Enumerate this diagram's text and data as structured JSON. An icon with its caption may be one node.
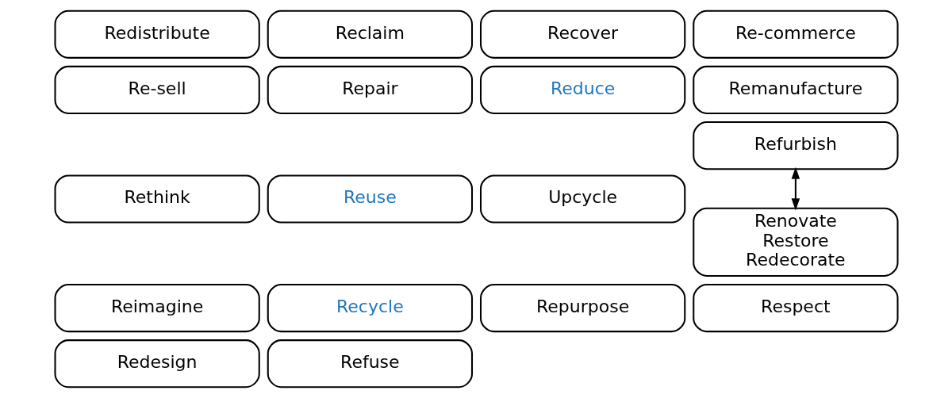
{
  "diagram": {
    "nodes": [
      {
        "text": [
          "Redistribute"
        ]
      },
      {
        "text": [
          "Reclaim"
        ]
      },
      {
        "text": [
          "Recover"
        ]
      },
      {
        "text": [
          "Re-commerce"
        ]
      },
      {
        "text": [
          "Re-sell"
        ]
      },
      {
        "text": [
          "Repair"
        ]
      },
      {
        "text": [
          "Reduce"
        ]
      },
      {
        "text": [
          "Remanufacture"
        ]
      },
      {
        "text": [
          "Rethink"
        ]
      },
      {
        "text": [
          "Reuse"
        ]
      },
      {
        "text": [
          "Upcycle"
        ]
      },
      {
        "text": [
          "Refurbish"
        ]
      },
      {
        "text": [
          "Reimagine"
        ]
      },
      {
        "text": [
          "Recycle"
        ]
      },
      {
        "text": [
          "Renovate Restore Redecorate"
        ]
      },
      {
        "text": [
          "Repurpose"
        ]
      },
      {
        "text": [
          "Respect"
        ]
      },
      {
        "text": [
          "Redesign"
        ]
      },
      {
        "text": [
          "Refuse"
        ]
      }
    ],
    "edges": [
      {
        "from": 11,
        "to": 14,
        "arrow": "both"
      }
    ]
  }
}
